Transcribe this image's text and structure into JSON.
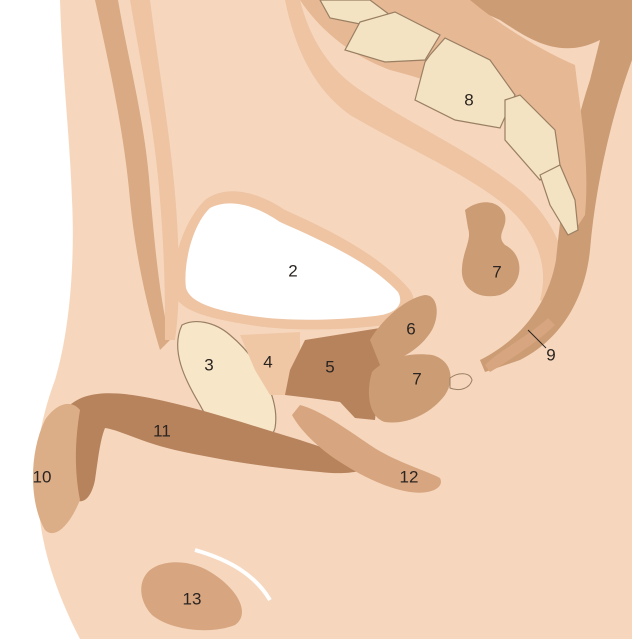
{
  "colors": {
    "background": "#ffffff",
    "skin": "#f6d7bd",
    "muscle": "#cc9c75",
    "muscle_dark": "#b7835d",
    "organ_light": "#f7e6c8",
    "bone": "#f3e3c3",
    "bone_outline": "#9a7f63",
    "bladder": "#ffffff",
    "tissue_mid": "#e6b895",
    "text": "#2b2420"
  },
  "labels": [
    {
      "id": "label-2",
      "text": "2"
    },
    {
      "id": "label-3",
      "text": "3"
    },
    {
      "id": "label-4",
      "text": "4"
    },
    {
      "id": "label-5",
      "text": "5"
    },
    {
      "id": "label-6",
      "text": "6"
    },
    {
      "id": "label-7a",
      "text": "7"
    },
    {
      "id": "label-7b",
      "text": "7"
    },
    {
      "id": "label-8",
      "text": "8"
    },
    {
      "id": "label-9",
      "text": "9"
    },
    {
      "id": "label-10",
      "text": "10"
    },
    {
      "id": "label-11",
      "text": "11"
    },
    {
      "id": "label-12",
      "text": "12"
    },
    {
      "id": "label-13",
      "text": "13"
    }
  ]
}
